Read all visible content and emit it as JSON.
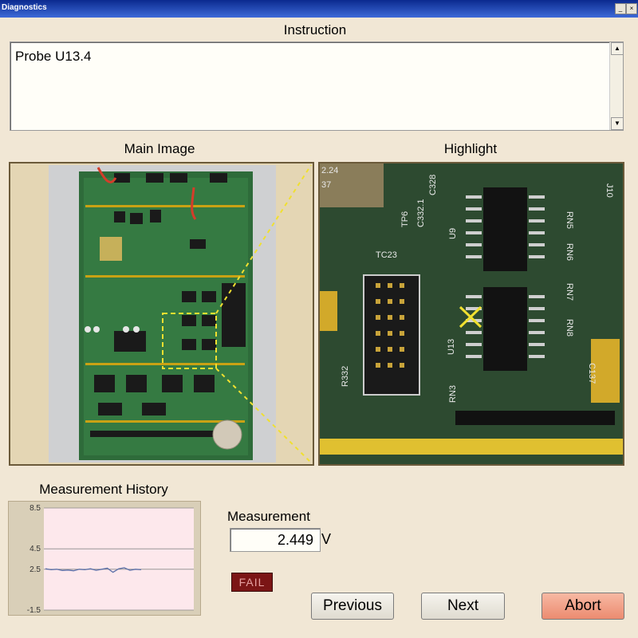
{
  "window": {
    "title": "Diagnostics"
  },
  "instruction": {
    "label": "Instruction",
    "text": "Probe U13.4"
  },
  "main_image": {
    "label": "Main Image"
  },
  "highlight": {
    "label": "Highlight",
    "silkscreen": [
      "2.24",
      "37",
      "TP6",
      "C332.1",
      "C328",
      "U9",
      "RN5",
      "RN6",
      "RN7",
      "RN8",
      "TC23",
      "U13",
      "C137",
      "R332",
      "RN3",
      "J10"
    ]
  },
  "history": {
    "label": "Measurement History",
    "chart_data": {
      "type": "line",
      "title": "Measurement History",
      "xlabel": "",
      "ylabel": "",
      "ylim": [
        -1.5,
        8.5
      ],
      "yticks": [
        "8.5",
        "4.5",
        "2.5",
        "-1.5"
      ],
      "series": [
        {
          "values": [
            2.55,
            2.45,
            2.5,
            2.38,
            2.42,
            2.35,
            2.5,
            2.45,
            2.55,
            2.4,
            2.5,
            2.6,
            2.2,
            2.55,
            2.65,
            2.4,
            2.5,
            2.45
          ]
        }
      ]
    },
    "colors": {
      "bg": "#fde8ec",
      "line": "#5a6fa8",
      "grid": "#8a8a8a"
    }
  },
  "measurement": {
    "label": "Measurement",
    "value": "2.449",
    "unit": "V",
    "status": "FAIL"
  },
  "buttons": {
    "previous": "Previous",
    "next": "Next",
    "abort": "Abort"
  }
}
